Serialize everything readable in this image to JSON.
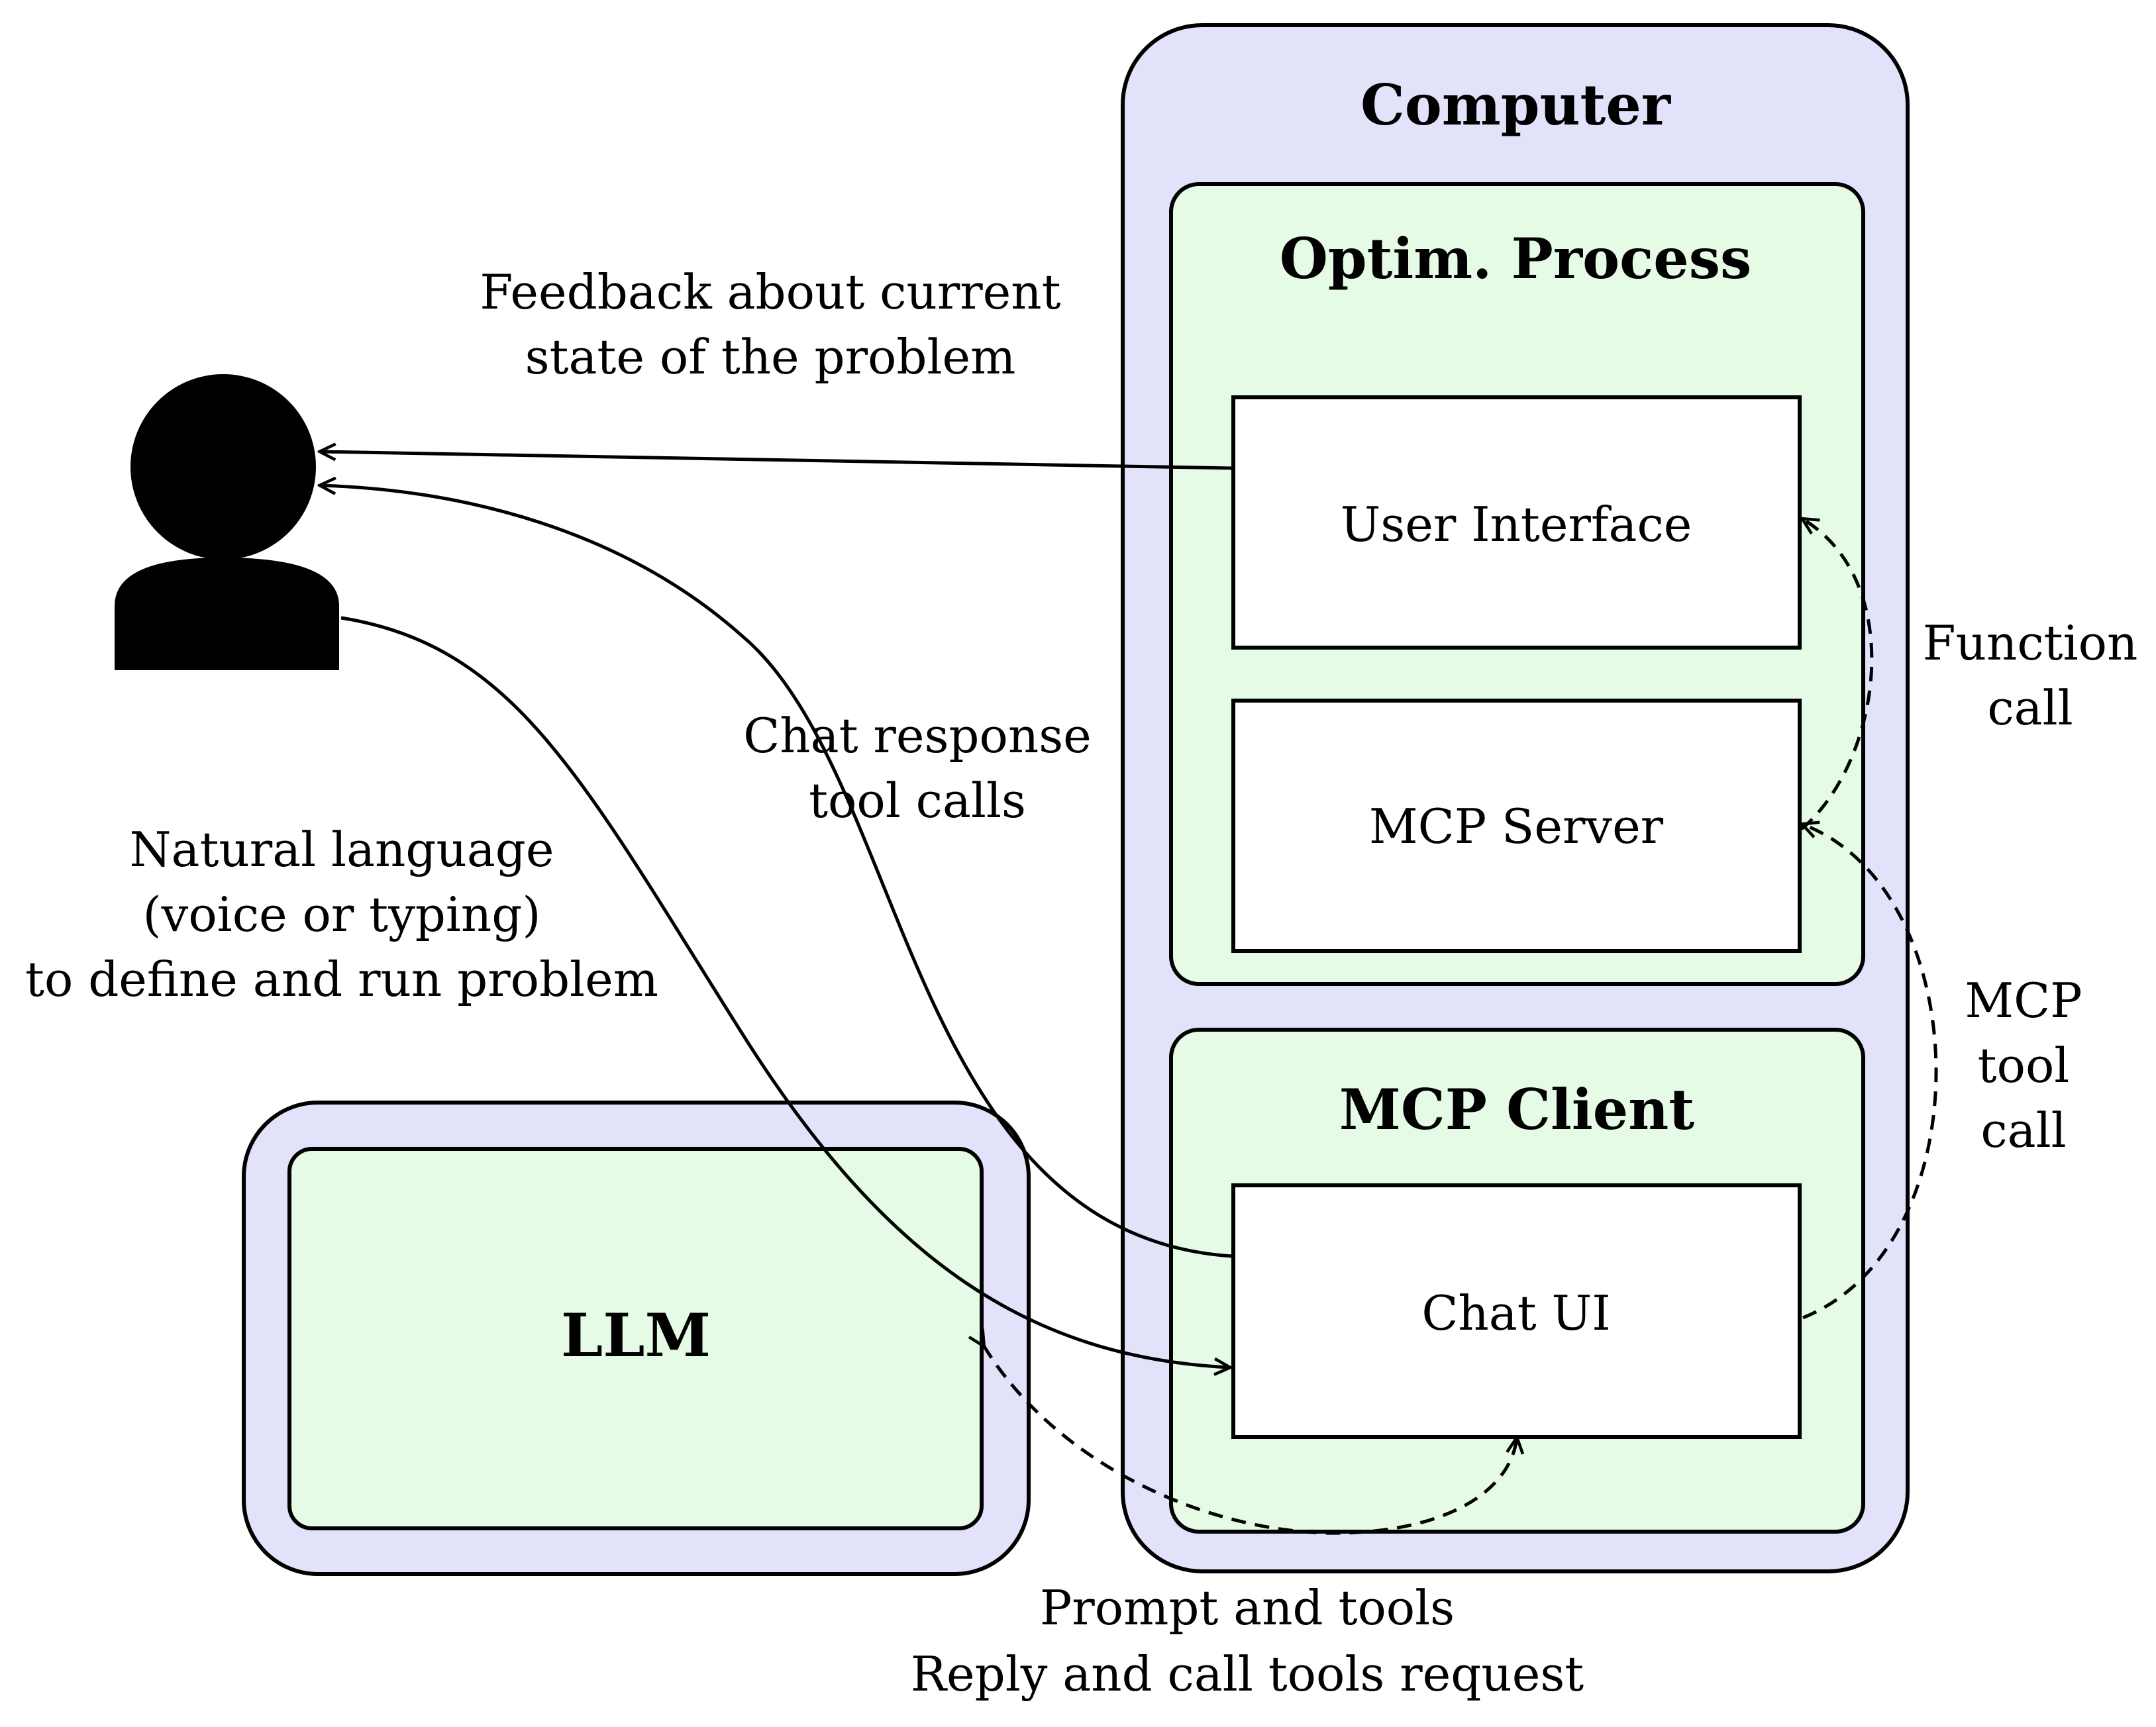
{
  "nodes": {
    "computer": "Computer",
    "optim_process": "Optim. Process",
    "user_interface": "User Interface",
    "mcp_server": "MCP Server",
    "mcp_client": "MCP Client",
    "chat_ui": "Chat UI",
    "llm": "LLM",
    "user": "user-icon"
  },
  "edges": {
    "feedback": [
      "Feedback about current",
      "state of the problem"
    ],
    "chat_response": [
      "Chat response",
      "tool calls"
    ],
    "natural_language": [
      "Natural language",
      "(voice or typing)",
      "to define and run problem"
    ],
    "function_call": [
      "Function",
      "call"
    ],
    "mcp_tool_call": [
      "MCP",
      "tool",
      "call"
    ],
    "prompt_tools": [
      "Prompt and tools",
      "Reply and call tools request"
    ]
  },
  "colors": {
    "outer_fill": "#e2e2fb",
    "inner_fill": "#e5fbe5",
    "component_fill": "#ffffff",
    "stroke": "#000000"
  }
}
